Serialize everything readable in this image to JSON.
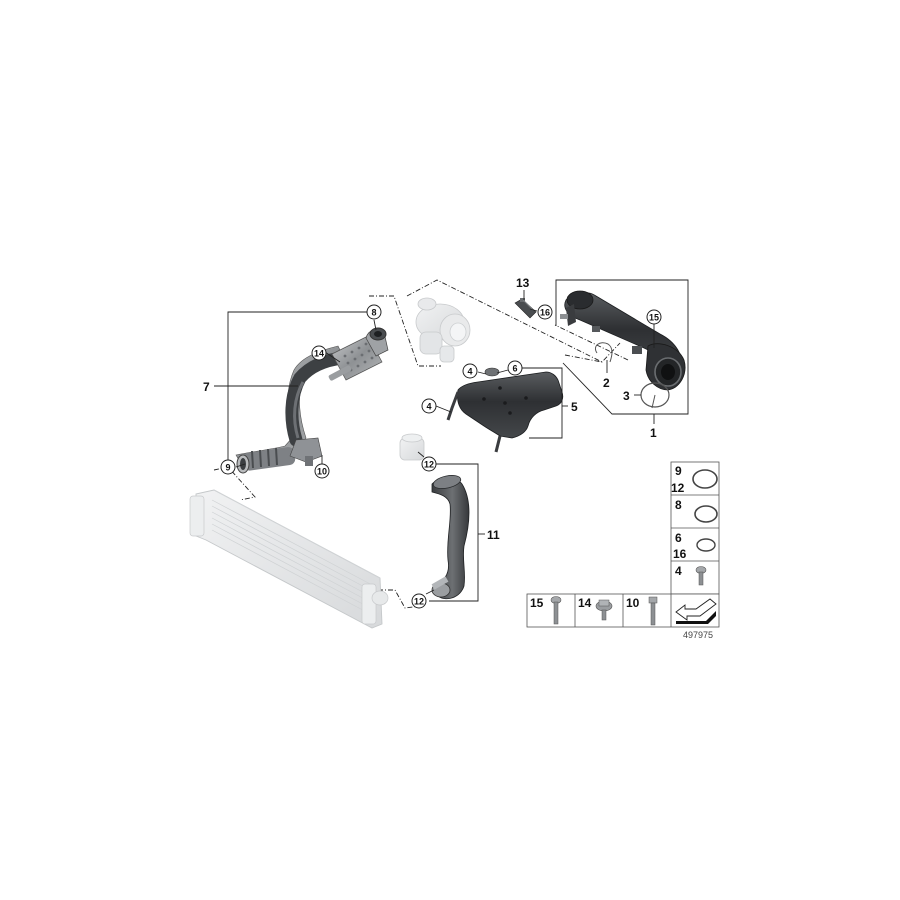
{
  "diagram": {
    "id_label": "497975",
    "colors": {
      "part_dark": "#3a3d40",
      "part_metal": "#8a8d90",
      "part_ghost": "#e4e6e8",
      "line": "#222222",
      "background": "#ffffff"
    },
    "parts": [
      {
        "ref": "1",
        "name": "charge-air-pipe-group-top-right",
        "style": "plain"
      },
      {
        "ref": "2",
        "name": "wire-clip",
        "style": "plain"
      },
      {
        "ref": "3",
        "name": "hose-clamp",
        "style": "plain"
      },
      {
        "ref": "4",
        "name": "bracket-screw",
        "style": "circled"
      },
      {
        "ref": "5",
        "name": "heat-shield-bracket",
        "style": "plain"
      },
      {
        "ref": "6",
        "name": "o-ring-bracket",
        "style": "circled"
      },
      {
        "ref": "7",
        "name": "charge-air-pipe-with-resonator",
        "style": "plain"
      },
      {
        "ref": "8",
        "name": "seal-ring-upper",
        "style": "circled"
      },
      {
        "ref": "9",
        "name": "seal-ring-lower",
        "style": "circled"
      },
      {
        "ref": "10",
        "name": "pipe-bracket-screw",
        "style": "circled"
      },
      {
        "ref": "11",
        "name": "charge-air-hose",
        "style": "plain"
      },
      {
        "ref": "12",
        "name": "hose-seal-ring",
        "style": "circled"
      },
      {
        "ref": "13",
        "name": "pressure-sensor",
        "style": "plain"
      },
      {
        "ref": "14",
        "name": "resonator-collar-screw",
        "style": "circled"
      },
      {
        "ref": "15",
        "name": "pipe-screw",
        "style": "circled"
      },
      {
        "ref": "16",
        "name": "sensor-o-ring",
        "style": "circled"
      }
    ],
    "kit_panel": {
      "column": [
        {
          "refs": [
            "9",
            "12"
          ],
          "item": "o-ring-large"
        },
        {
          "refs": [
            "8"
          ],
          "item": "o-ring-medium"
        },
        {
          "refs": [
            "6",
            "16"
          ],
          "item": "o-ring-small"
        },
        {
          "refs": [
            "4"
          ],
          "item": "torx-screw"
        }
      ],
      "row": [
        {
          "refs": [
            "15"
          ],
          "item": "long-bolt"
        },
        {
          "refs": [
            "14"
          ],
          "item": "flange-bolt"
        },
        {
          "refs": [
            "10"
          ],
          "item": "hex-bolt"
        },
        {
          "refs": [],
          "item": "view-direction-arrow"
        }
      ]
    }
  }
}
